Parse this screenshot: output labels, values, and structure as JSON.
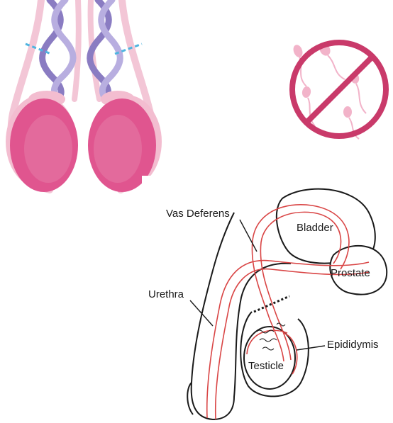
{
  "illustration": {
    "top_left": "vasectomy-cut-vas-deferens",
    "top_right": "no-sperm-symbol"
  },
  "diagram": {
    "labels": {
      "vas_deferens": "Vas Deferens",
      "bladder": "Bladder",
      "prostate": "Prostate",
      "urethra": "Urethra",
      "epididymis": "Epididymis",
      "testicle": "Testicle"
    }
  },
  "colors": {
    "testicle_pink": "#e0558f",
    "sac_light_pink": "#f3bdd0",
    "cord_purple": "#8a7cc2",
    "cut_line_blue": "#4fb4e0",
    "no_symbol": "#c93a6a",
    "diagram_red": "#d94545",
    "outline": "#1a1a1a"
  }
}
